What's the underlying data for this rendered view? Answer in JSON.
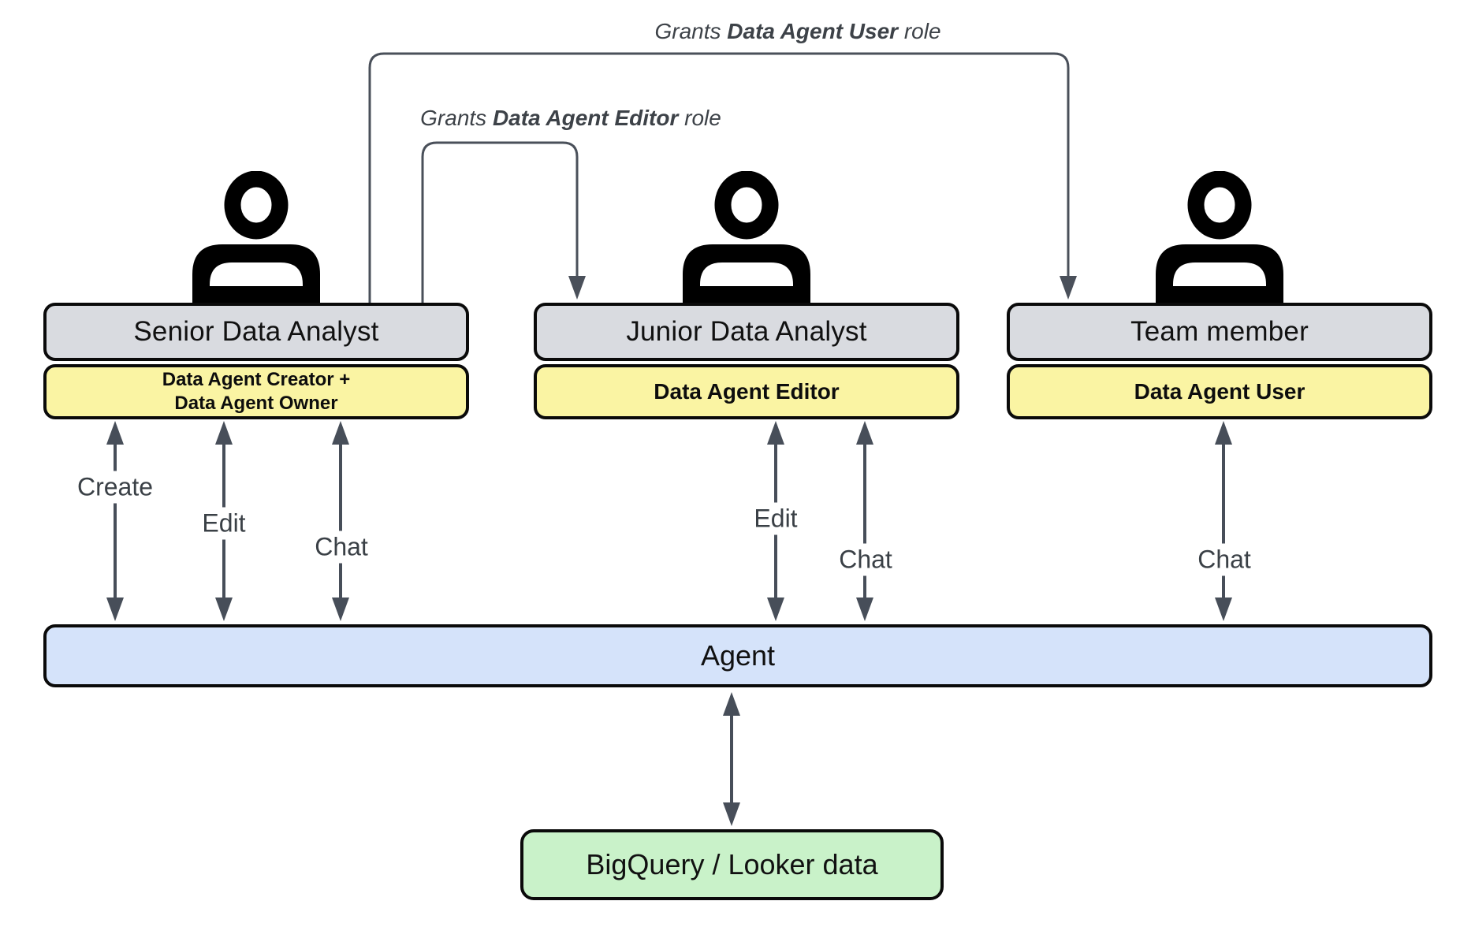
{
  "annotations": {
    "grant_user": {
      "prefix": "Grants ",
      "bold": "Data Agent User",
      "suffix": " role"
    },
    "grant_editor": {
      "prefix": "Grants ",
      "bold": "Data Agent Editor",
      "suffix": " role"
    }
  },
  "actors": [
    {
      "name": "Senior Data Analyst",
      "roles": [
        "Data Agent Creator +",
        "Data Agent Owner"
      ]
    },
    {
      "name": "Junior Data Analyst",
      "roles": [
        "Data Agent Editor"
      ]
    },
    {
      "name": "Team member",
      "roles": [
        "Data Agent User"
      ]
    }
  ],
  "actions": {
    "create": "Create",
    "edit": "Edit",
    "chat": "Chat"
  },
  "agent": {
    "label": "Agent"
  },
  "datastore": {
    "label": "BigQuery / Looker data"
  },
  "colors": {
    "actor_fill": "#d9dbe0",
    "role_fill": "#faf4a3",
    "agent_fill": "#d5e3fa",
    "datastore_fill": "#c9f2c9",
    "arrow": "#474e59",
    "connector": "#4a505a",
    "border": "#0a0a0a"
  }
}
